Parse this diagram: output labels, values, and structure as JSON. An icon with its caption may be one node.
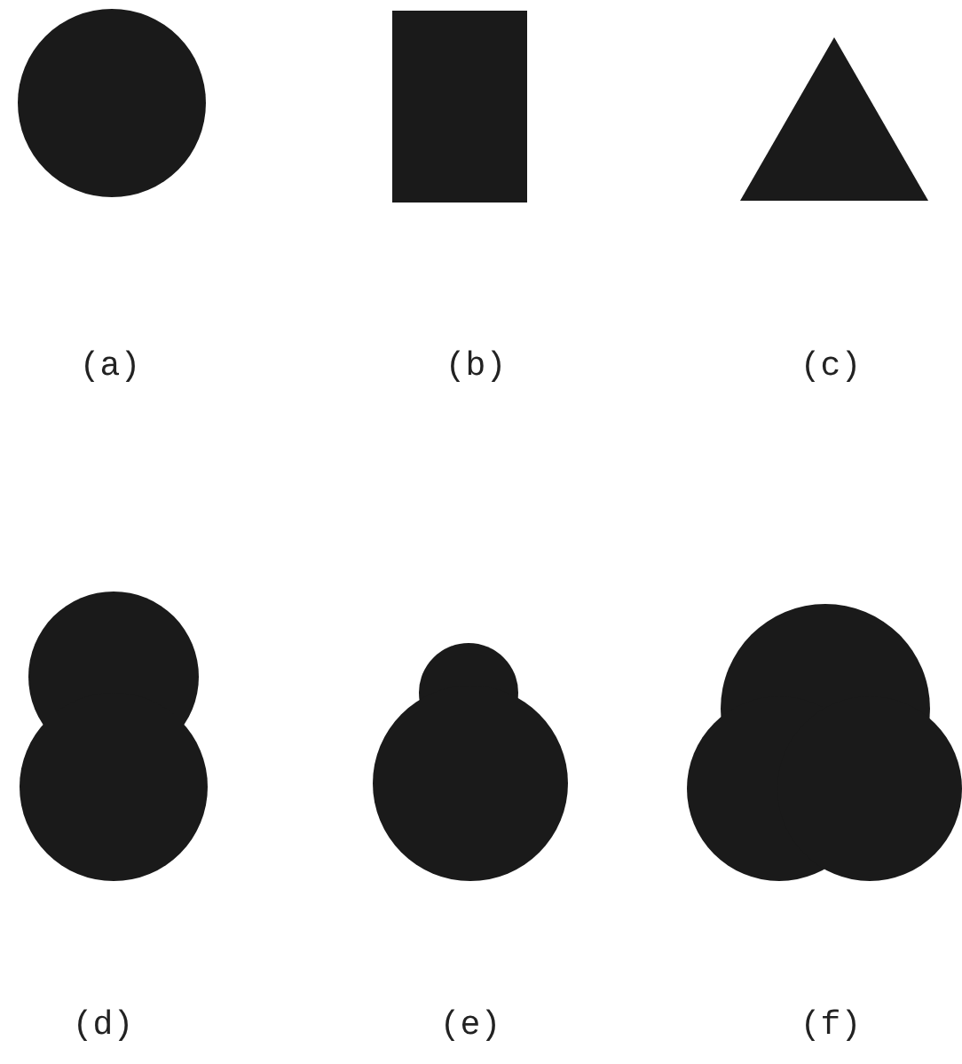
{
  "diagram": {
    "nodes": [
      {
        "text": [],
        "shape": "circle"
      },
      {
        "text": [],
        "shape": "box"
      },
      {
        "text": [],
        "shape": "triangle"
      },
      {
        "text": [],
        "shape": "cluster"
      },
      {
        "text": [],
        "shape": "cluster"
      },
      {
        "text": [],
        "shape": "cluster"
      }
    ],
    "labels": [
      "(a)",
      "(b)",
      "(c)",
      "(d)",
      "(e)",
      "(f)"
    ]
  }
}
